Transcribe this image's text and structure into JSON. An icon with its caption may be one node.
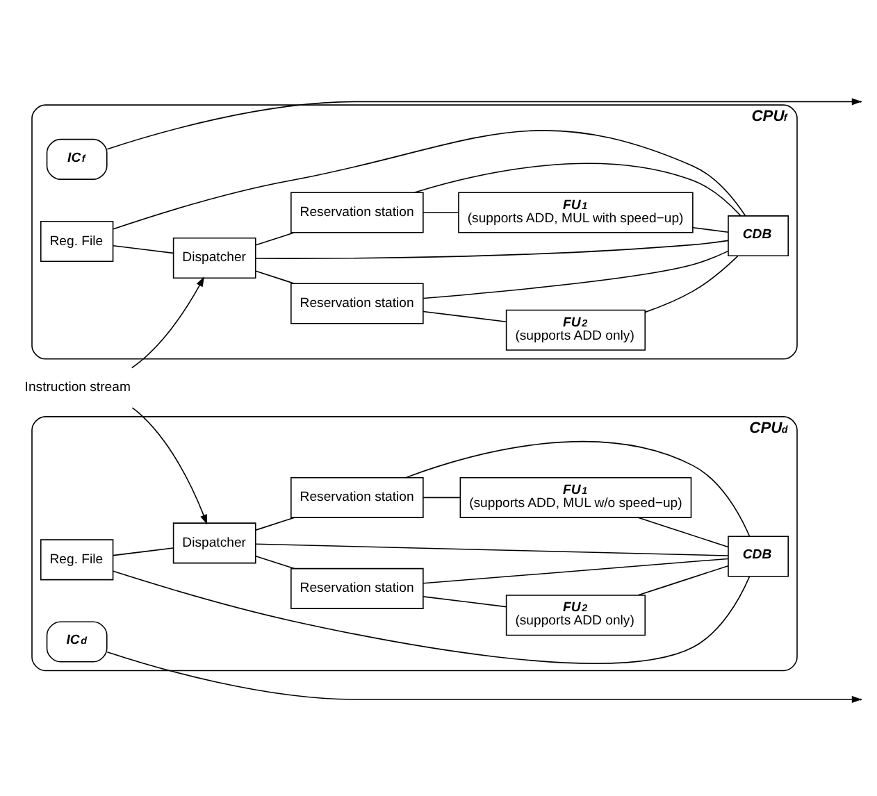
{
  "diagram": {
    "nodes": [
      {
        "text": [
          "CPU$_{f}$"
        ]
      },
      {
        "text": [
          "Reg. File"
        ],
        "in": 0
      },
      {
        "text": [
          "IC$_{f}$"
        ],
        "in": 0
      },
      {
        "text": [
          "Reservation station"
        ],
        "in": 0
      },
      {
        "text": [
          "FU$_{1}$",
          "(supports ADD, MUL with speed−up)"
        ],
        "in": 0
      },
      {
        "text": [
          "Dispatcher"
        ],
        "in": 0
      },
      {
        "text": [
          "Reservation station"
        ],
        "in": 0
      },
      {
        "text": [
          "FU$_{2}$",
          "(supports ADD only)"
        ],
        "in": 0
      },
      {
        "text": [
          "CDB"
        ],
        "in": 0
      },
      {
        "text": [
          "CPU$_{d}$"
        ]
      },
      {
        "text": [
          "Reg. File"
        ],
        "in": 9
      },
      {
        "text": [
          "IC$_{d}$"
        ],
        "in": 9
      },
      {
        "text": [
          "Reservation station"
        ],
        "in": 9
      },
      {
        "text": [
          "FU$_{1}$",
          "(supports ADD, MUL w/o speed−up)"
        ],
        "in": 9
      },
      {
        "text": [
          "Dispatcher"
        ],
        "in": 9
      },
      {
        "text": [
          "Reservation station"
        ],
        "in": 9
      },
      {
        "text": [
          "FU$_{2}$",
          "(supports ADD only)"
        ],
        "in": 9
      },
      {
        "text": [
          "CDB"
        ],
        "in": 9
      },
      {
        "text": [
          "Instruction stream"
        ]
      }
    ],
    "edges": [
      {
        "from": 18,
        "to": 5,
        "arrow": "to"
      },
      {
        "from": 18,
        "to": 14,
        "arrow": "to"
      },
      {
        "from": 2,
        "to": null,
        "arrow": "to"
      },
      {
        "from": 1,
        "to": 5,
        "arrow": "none"
      },
      {
        "from": 5,
        "to": 3,
        "arrow": "none"
      },
      {
        "from": 5,
        "to": 6,
        "arrow": "none"
      },
      {
        "from": 3,
        "to": 4,
        "arrow": "none"
      },
      {
        "from": 6,
        "to": 7,
        "arrow": "none"
      },
      {
        "from": 1,
        "to": 8,
        "arrow": "none"
      },
      {
        "from": 5,
        "to": 8,
        "arrow": "none"
      },
      {
        "from": 3,
        "to": 8,
        "arrow": "none"
      },
      {
        "from": 6,
        "to": 8,
        "arrow": "none"
      },
      {
        "from": 4,
        "to": 8,
        "arrow": "none"
      },
      {
        "from": 7,
        "to": 8,
        "arrow": "none"
      },
      {
        "from": 11,
        "to": null,
        "arrow": "to"
      },
      {
        "from": 10,
        "to": 14,
        "arrow": "none"
      },
      {
        "from": 14,
        "to": 12,
        "arrow": "none"
      },
      {
        "from": 14,
        "to": 15,
        "arrow": "none"
      },
      {
        "from": 12,
        "to": 13,
        "arrow": "none"
      },
      {
        "from": 15,
        "to": 16,
        "arrow": "none"
      },
      {
        "from": 10,
        "to": 17,
        "arrow": "none"
      },
      {
        "from": 14,
        "to": 17,
        "arrow": "none"
      },
      {
        "from": 12,
        "to": 17,
        "arrow": "none"
      },
      {
        "from": 15,
        "to": 17,
        "arrow": "none"
      },
      {
        "from": 13,
        "to": 17,
        "arrow": "none"
      },
      {
        "from": 16,
        "to": 17,
        "arrow": "none"
      }
    ]
  }
}
